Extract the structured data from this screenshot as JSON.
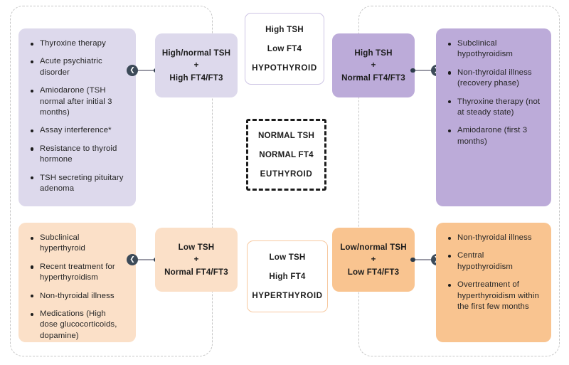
{
  "colors": {
    "lilac_light": "#ddd9ec",
    "lilac_dark": "#bcabd9",
    "peach_light": "#fbe0c8",
    "peach_dark": "#f9c490",
    "frame_dash": "#c6c6c6",
    "connector": "#3c4a58",
    "text": "#1c1c1c"
  },
  "outcomes": {
    "hypothyroid": {
      "tsh": "High TSH",
      "ft4": "Low FT4",
      "verdict": "HYPOTHYROID"
    },
    "euthyroid": {
      "tsh": "NORMAL TSH",
      "ft4": "NORMAL FT4",
      "verdict": "EUTHYROID"
    },
    "hyperthyroid": {
      "tsh": "Low TSH",
      "ft4": "High FT4",
      "verdict": "HYPERTHYROID"
    }
  },
  "patterns": {
    "top_left": {
      "line1": "High/normal TSH",
      "plus": "+",
      "line2": "High FT4/FT3"
    },
    "top_right": {
      "line1": "High TSH",
      "plus": "+",
      "line2": "Normal FT4/FT3"
    },
    "bottom_left": {
      "line1": "Low TSH",
      "plus": "+",
      "line2": "Normal FT4/FT3"
    },
    "bottom_right": {
      "line1": "Low/normal TSH",
      "plus": "+",
      "line2": "Low FT4/FT3"
    }
  },
  "causes": {
    "top_left": [
      "Thyroxine therapy",
      "Acute psychiatric disorder",
      "Amiodarone (TSH normal after initial 3 months)",
      "Assay interference*",
      "Resistance to thyroid hormone",
      "TSH secreting pituitary adenoma"
    ],
    "top_right": [
      "Subclinical hypothyroidism",
      "Non-thyroidal illness (recovery phase)",
      "Thyroxine therapy (not at steady state)",
      "Amiodarone (first 3 months)"
    ],
    "bottom_left": [
      "Subclinical hyperthyroid",
      "Recent treatment for hyperthyroidism",
      "Non-thyroidal illness",
      "Medications (High dose glucocorticoids, dopamine)"
    ],
    "bottom_right": [
      "Non-thyroidal illness",
      "Central hypothyroidism",
      "Overtreatment of hyperthyroidism within the first few months"
    ]
  },
  "connectors": {
    "left_glyph": "❮",
    "right_glyph": "❯"
  }
}
